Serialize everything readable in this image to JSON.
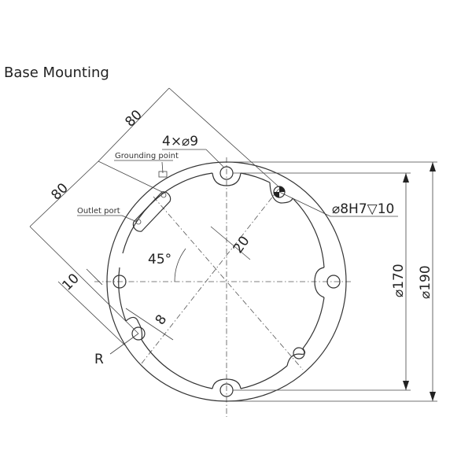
{
  "title": "Base Mounting",
  "labels": {
    "grounding_point": "Grounding point",
    "outlet_port": "Outlet port"
  },
  "dimensions": {
    "d80_top": "80",
    "d80_left": "80",
    "holes": "4×⌀9",
    "pin": "⌀8H7▽10",
    "d20": "20",
    "angle": "45°",
    "d10": "10",
    "d8": "8",
    "radius": "R",
    "dia170": "⌀170",
    "dia190": "⌀190"
  }
}
